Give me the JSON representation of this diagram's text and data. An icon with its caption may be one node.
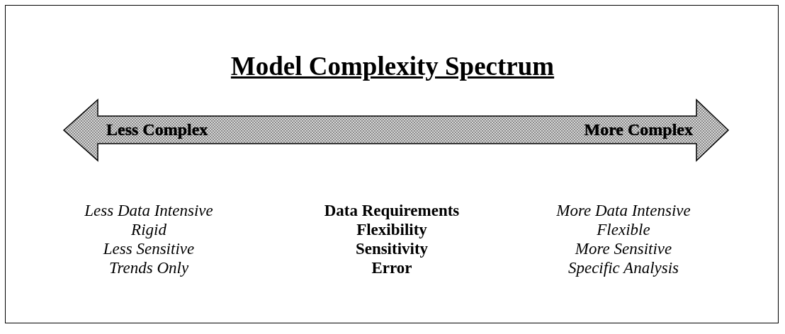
{
  "diagram": {
    "title": "Model Complexity Spectrum",
    "labels": [
      "Less Complex",
      "More Complex",
      "Less Data Intensive",
      "Rigid",
      "Less Sensitive",
      "Trends Only",
      "Data Requirements",
      "Flexibility",
      "Sensitivity",
      "Error",
      "More Data Intensive",
      "Flexible",
      "More Sensitive",
      "Specific Analysis"
    ]
  }
}
